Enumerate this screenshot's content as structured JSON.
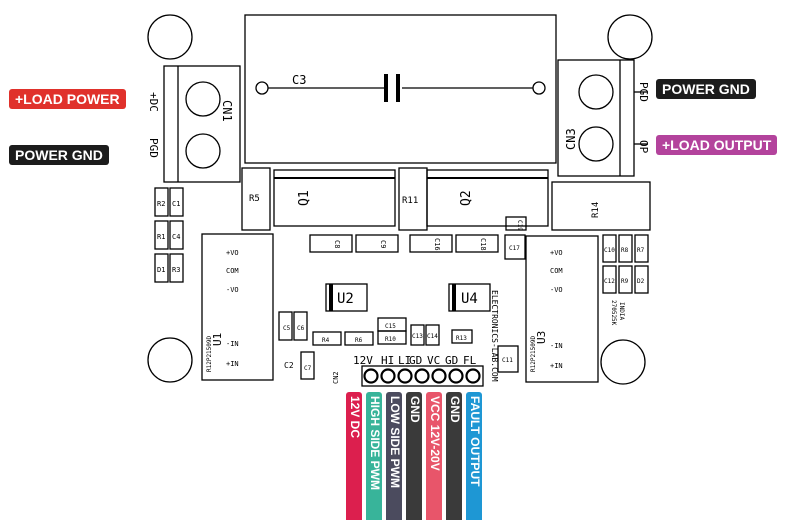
{
  "colors": {
    "red": "#e0312b",
    "black": "#1c1c1c",
    "magenta": "#b3439c",
    "crimson": "#dc1f4e",
    "teal": "#38b49a",
    "gray": "#4b4b5e",
    "darkgray": "#3a3a3a",
    "pink": "#e8556a",
    "blue": "#1e97d4"
  },
  "external_labels": {
    "load_power": "+LOAD POWER",
    "power_gnd_left": "POWER GND",
    "power_gnd_right": "POWER GND",
    "load_output": "+LOAD OUTPUT"
  },
  "pin_labels": [
    "12V DC",
    "HIGH SIDE PWM",
    "LOW SIDE PWM",
    "GND",
    "VCC 12V-20V",
    "GND",
    "FAULT OUTPUT"
  ],
  "header_pins": [
    "12V",
    "HI",
    "LI",
    "GD",
    "VC",
    "GD",
    "FL"
  ],
  "silkscreen": {
    "c3": "C3",
    "cn1": "CN1",
    "cn3": "CN3",
    "dc_plus": "+DC",
    "pgd_left": "PGD",
    "pgd_right": "PGD",
    "op": "OP",
    "r5": "R5",
    "q1": "Q1",
    "r11": "R11",
    "q2": "Q2",
    "r14": "R14",
    "r2": "R2",
    "c1": "C1",
    "r1": "R1",
    "c4": "C4",
    "d1": "D1",
    "r3": "R3",
    "c8": "C8",
    "c9": "C9",
    "c16": "C16",
    "c18": "C18",
    "c17": "C17",
    "c19": "C19",
    "c10": "C10",
    "r8": "R8",
    "r7": "R7",
    "c12": "C12",
    "r9": "R9",
    "d2": "D2",
    "u1": "U1",
    "u2": "U2",
    "u3": "U3",
    "u4": "U4",
    "vo_plus": "+VO",
    "com": "COM",
    "vo_minus": "-VO",
    "in_minus": "-IN",
    "in_plus": "+IN",
    "u1_part": "R12P21509D",
    "u3_part": "R12P21509D",
    "c5": "C5",
    "c6": "C6",
    "c2": "C2",
    "c7": "C7",
    "r4": "R4",
    "r6": "R6",
    "r10": "R10",
    "c15": "C15",
    "c13": "C13",
    "c14": "C14",
    "r13": "R13",
    "c11": "C11",
    "cn2": "CN2",
    "brand": "ELECTRONICS-LAB.COM",
    "pcb_no": "270525K",
    "india": "INDIA"
  }
}
